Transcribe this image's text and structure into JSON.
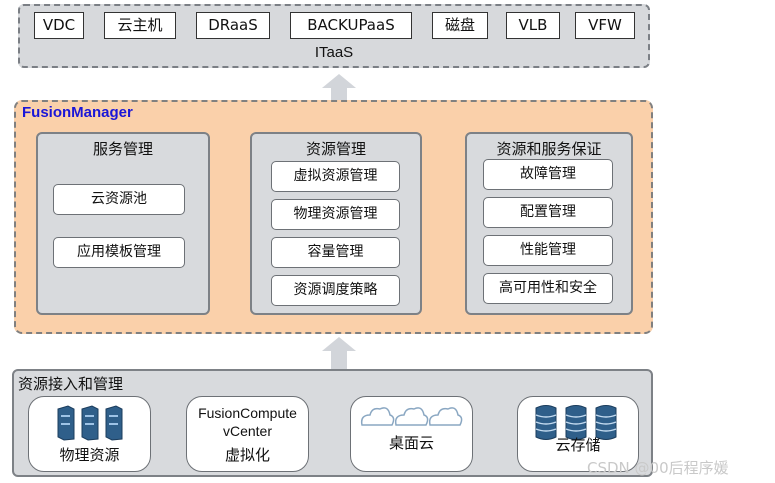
{
  "itaas": {
    "items": [
      "VDC",
      "云主机",
      "DRaaS",
      "BACKUPaaS",
      "磁盘",
      "VLB",
      "VFW"
    ],
    "label": "ITaaS"
  },
  "fusion_manager": {
    "title": "FusionManager",
    "service_mgmt": {
      "title": "服务管理",
      "items": [
        "云资源池",
        "应用模板管理"
      ]
    },
    "resource_mgmt": {
      "title": "资源管理",
      "items": [
        "虚拟资源管理",
        "物理资源管理",
        "容量管理",
        "资源调度策略"
      ]
    },
    "assurance": {
      "title": "资源和服务保证",
      "items": [
        "故障管理",
        "配置管理",
        "性能管理",
        "高可用性和安全"
      ]
    }
  },
  "resource_access": {
    "title": "资源接入和管理",
    "items": [
      {
        "label": "物理资源",
        "icon": "server-icon"
      },
      {
        "line1": "FusionCompute",
        "line2": "vCenter",
        "label": "虚拟化"
      },
      {
        "label": "桌面云",
        "icon": "cloud-icon"
      },
      {
        "label": "云存储",
        "icon": "database-icon"
      }
    ]
  },
  "watermark": "CSDN @00后程序媛",
  "colors": {
    "itaas_bg": "#d7d9dc",
    "fm_bg": "#fad0aa",
    "fm_title": "#1a16d8",
    "panel_bg": "#d8dadd",
    "icon_blue": "#2f5f8a"
  }
}
